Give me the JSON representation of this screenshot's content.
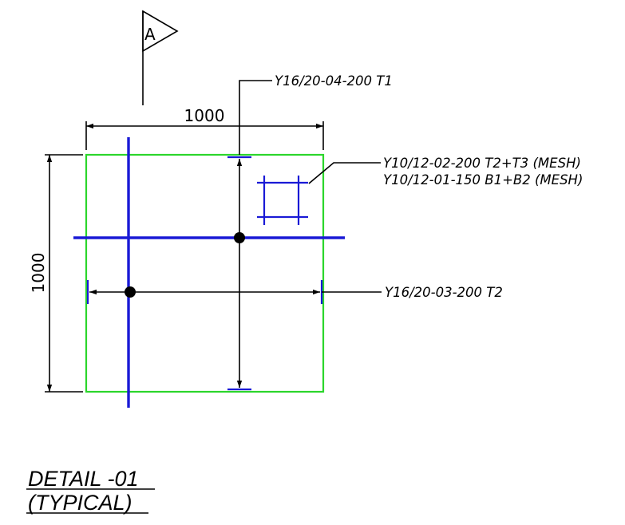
{
  "section_marker": {
    "letter": "A"
  },
  "dimensions": {
    "width_label": "1000",
    "height_label": "1000"
  },
  "annotations": {
    "top_bar": "Y16/20-04-200 T1",
    "mesh_top": "Y10/12-02-200 T2+T3 (MESH)",
    "mesh_bottom": "Y10/12-01-150 B1+B2 (MESH)",
    "horizontal_bar": "Y16/20-03-200 T2"
  },
  "detail": {
    "title": "DETAIL -01",
    "subtitle": "(TYPICAL)"
  },
  "colors": {
    "outline": "#2bd62b",
    "rebar": "#1a1ad6",
    "linework": "#000000"
  }
}
